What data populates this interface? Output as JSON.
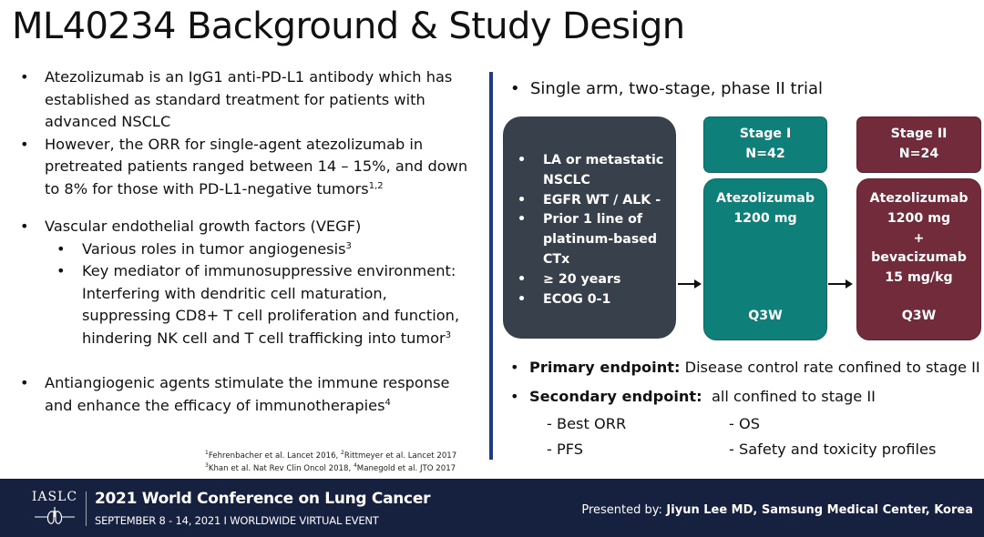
{
  "title": "ML40234 Background & Study Design",
  "left": {
    "b1": "Atezolizumab is an IgG1 anti-PD-L1 antibody which has established as standard treatment for patients with advanced NSCLC",
    "b2": "However, the ORR for single-agent atezolizumab in pretreated patients ranged between 14 – 15%, and down to 8% for those with PD-L1-negative tumors",
    "b2_sup": "1,2",
    "b3": "Vascular endothelial growth factors (VEGF)",
    "b3_sub1": "Various roles in tumor angiogenesis",
    "b3_sub1_sup": "3",
    "b3_sub2": "Key mediator of immunosuppressive environment: Interfering with dendritic cell maturation, suppressing CD8+ T cell proliferation and function, hindering NK cell and T cell trafficking into tumor",
    "b3_sub2_sup": "3",
    "b4": "Antiangiogenic agents stimulate the immune response and enhance the efficacy of immunotherapies",
    "b4_sup": "4",
    "bullet": "•"
  },
  "refs": {
    "r1_sup": "1",
    "r1": "Fehrenbacher et al. Lancet 2016, ",
    "r2_sup": "2",
    "r2": "Rittmeyer et al. Lancet 2017",
    "r3_sup": "3",
    "r3": "Khan et al. Nat Rev Clin Oncol 2018, ",
    "r4_sup": "4",
    "r4": "Manegold et al. JTO 2017"
  },
  "design": {
    "trial": "Single arm, two-stage, phase II trial",
    "criteria": [
      "LA or metastatic NSCLC",
      "EGFR WT / ALK -",
      "Prior 1 line of platinum-based CTx",
      "≥ 20 years",
      "ECOG 0-1"
    ],
    "stage1": {
      "name": "Stage I",
      "n": "N=42",
      "drug1": "Atezolizumab",
      "dose1": "1200 mg",
      "schedule": "Q3W"
    },
    "stage2": {
      "name": "Stage II",
      "n": "N=24",
      "drug1": "Atezolizumab",
      "dose1": "1200 mg",
      "plus": "+",
      "drug2": "bevacizumab",
      "dose2": "15 mg/kg",
      "schedule": "Q3W"
    },
    "colors": {
      "criteria": "#38414b",
      "stage1": "#0f7f7a",
      "stage2": "#722b3a",
      "divider": "#1e3a8a"
    }
  },
  "endpoints": {
    "primary_label": "Primary endpoint:",
    "primary_text": " Disease control rate confined to stage II",
    "secondary_label": "Secondary endpoint:",
    "secondary_text": "  all confined to stage II",
    "items": [
      "- Best ORR",
      "- OS",
      "- PFS",
      "- Safety and toxicity profiles"
    ]
  },
  "footer": {
    "logo": "IASLC",
    "conference": "2021 World Conference on Lung Cancer",
    "event": "SEPTEMBER 8 - 14, 2021 I WORLDWIDE VIRTUAL EVENT",
    "presented_label": "Presented by:",
    "presenter": " Jiyun Lee MD, Samsung Medical Center, Korea",
    "background": "#16203f"
  }
}
